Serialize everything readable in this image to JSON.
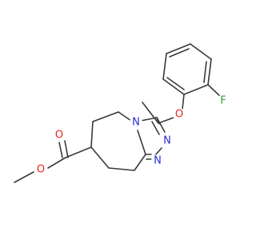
{
  "diagram": {
    "atoms": [
      {
        "id": "a_ch3_ester",
        "text": ""
      },
      {
        "id": "o_ester",
        "text": "O",
        "color": "#e8261a"
      },
      {
        "id": "c_carbonyl",
        "text": ""
      },
      {
        "id": "o_carbonyl",
        "text": "O",
        "color": "#e8261a"
      },
      {
        "id": "c7",
        "text": ""
      },
      {
        "id": "c6",
        "text": ""
      },
      {
        "id": "c5",
        "text": ""
      },
      {
        "id": "n4",
        "text": "N",
        "color": "#2b2bd6"
      },
      {
        "id": "c3",
        "text": ""
      },
      {
        "id": "n2",
        "text": "N",
        "color": "#2b2bd6"
      },
      {
        "id": "n1",
        "text": "N",
        "color": "#2b2bd6"
      },
      {
        "id": "c9a",
        "text": ""
      },
      {
        "id": "c9",
        "text": ""
      },
      {
        "id": "c8",
        "text": ""
      },
      {
        "id": "ch",
        "text": ""
      },
      {
        "id": "ch3_side",
        "text": ""
      },
      {
        "id": "o_ether",
        "text": "O",
        "color": "#e8261a"
      },
      {
        "id": "ar1",
        "text": ""
      },
      {
        "id": "ar2",
        "text": ""
      },
      {
        "id": "ar3",
        "text": ""
      },
      {
        "id": "ar4",
        "text": ""
      },
      {
        "id": "ar5",
        "text": ""
      },
      {
        "id": "ar6",
        "text": ""
      },
      {
        "id": "f",
        "text": "F",
        "color": "#2fa02f"
      }
    ],
    "bond_color": "#3a3a3a"
  }
}
